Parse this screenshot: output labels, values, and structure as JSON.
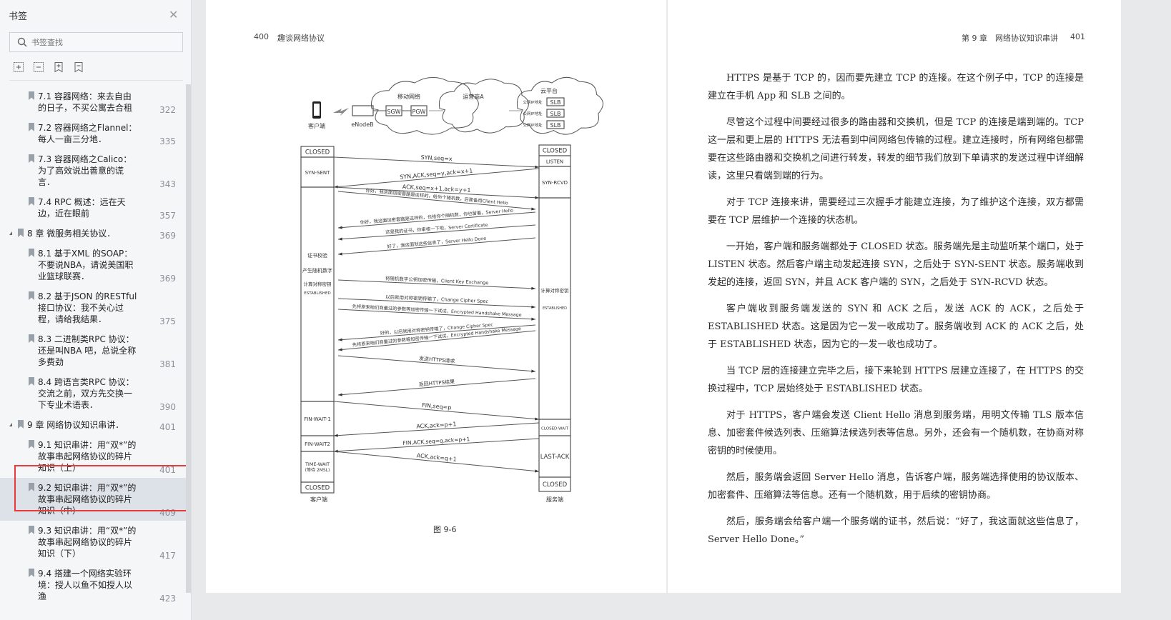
{
  "sidebar": {
    "title": "书签",
    "close_icon": "close-icon",
    "search_placeholder": "书签查找",
    "tools": [
      "expand-all-icon",
      "collapse-all-icon",
      "add-bookmark-icon",
      "remove-bookmark-icon"
    ],
    "items": [
      {
        "level": 2,
        "label": "7.1 容器网络：来去自由的日子，不买公寓去合租",
        "page": "322"
      },
      {
        "level": 2,
        "label": "7.2 容器网络之Flannel：每人一亩三分地．",
        "page": "335"
      },
      {
        "level": 2,
        "label": "7.3 容器网络之Calico：为了高效说出善意的谎言．",
        "page": "343"
      },
      {
        "level": 2,
        "label": "7.4 RPC 概述：远在天边，近在眼前",
        "page": "357"
      },
      {
        "level": 1,
        "label": "8 章 微服务相关协议．",
        "page": "369",
        "expanded": true
      },
      {
        "level": 2,
        "label": "8.1 基于XML 的SOAP：不要说NBA，请说美国职业篮球联赛．",
        "page": "369"
      },
      {
        "level": 2,
        "label": "8.2 基于JSON 的RESTful接口协议：我不关心过程，请给我结果．",
        "page": "375"
      },
      {
        "level": 2,
        "label": "8.3 二进制类RPC 协议：还是叫NBA 吧，总说全称多费劲",
        "page": "381"
      },
      {
        "level": 2,
        "label": "8.4 跨语言类RPC 协议：交流之前，双方先交换一下专业术语表．",
        "page": "390"
      },
      {
        "level": 1,
        "label": "9 章 网络协议知识串讲．",
        "page": "401",
        "expanded": true
      },
      {
        "level": 2,
        "label": "9.1 知识串讲：用“双*”的故事串起网络协议的碎片知识（上）",
        "page": "401"
      },
      {
        "level": 2,
        "label": "9.2 知识串讲：用“双*”的故事串起网络协议的碎片知识（中）",
        "page": "409",
        "selected": true
      },
      {
        "level": 2,
        "label": "9.3 知识串讲：用“双*”的故事串起网络协议的碎片知识（下）",
        "page": "417"
      },
      {
        "level": 2,
        "label": "9.4 搭建一个网络实验环境：授人以鱼不如授人以渔",
        "page": "423"
      }
    ]
  },
  "left_page": {
    "page_number": "400",
    "book_title": "趣谈网络协议",
    "figure_caption": "图 9-6",
    "diagram": {
      "client": "客户端",
      "enodeb": "eNodeB",
      "mobile_network": "移动网络",
      "sgw": "SGW",
      "pgw": "PGW",
      "carrier": "运营商A",
      "cloud": "云平台",
      "public_ip": "公网IP地址",
      "slb": "SLB",
      "client_states": [
        "CLOSED",
        "SYN-SENT",
        "FIN-WAIT-1",
        "FIN-WAIT2",
        "TIME-WAIT",
        "(等待 2MSL)",
        "CLOSED"
      ],
      "server_states": [
        "CLOSED",
        "LISTEN",
        "SYN-RCVD",
        "CLOSED-WAIT",
        "LAST-ACK",
        "CLOSED"
      ],
      "client_notes": [
        "证书校验",
        "产生随机数字",
        "计算对称密钥",
        "ESTABLISHED"
      ],
      "server_notes": [
        "计算对称密钥",
        "ESTABLISHED"
      ],
      "client_label": "客户端",
      "server_label": "服务端",
      "messages": [
        "SYN,seq=x",
        "SYN,ACK,seq=y,ack=x+1",
        "ACK,seq=x+1,ack=y+1",
        "你好，我这面加密套路是这样的，给你个随机数，后面备用Client Hello",
        "你好，我这面加密套路是这样的，也给你个随机数，你也留着，Server Hello",
        "这是我的证书，你审核一下吧，Server Certificate",
        "好了，我这面就这些信息了，Server Hello Done",
        "将随机数字公钥加密传输，Client Key Exchange",
        "以后就用对称密钥传输了，Change Cipher Spec",
        "先将原来咱们商量过的参数等加密传输一下试试，Encrypted Handshake Message",
        "好的，以后就用对称密钥传输了，Change Cipher Spec",
        "先将原来咱们商量过的参数等加密传输一下试试，Encrypted Handshake Message",
        "发送HTTPS请求",
        "返回HTTPS结果",
        "FIN,seq=p",
        "ACK,ack=p+1",
        "FIN,ACK,seq=q,ack=p+1",
        "ACK,ack=q+1"
      ]
    }
  },
  "right_page": {
    "chapter": "第 9 章",
    "chapter_title": "网络协议知识串讲",
    "page_number": "401",
    "paragraphs": [
      "HTTPS 是基于 TCP 的，因而要先建立 TCP 的连接。在这个例子中，TCP 的连接是建立在手机 App 和 SLB 之间的。",
      "尽管这个过程中间要经过很多的路由器和交换机，但是 TCP 的连接是端到端的。TCP 这一层和更上层的 HTTPS 无法看到中间网络包传输的过程。建立连接时，所有网络包都需要在这些路由器和交换机之间进行转发，转发的细节我们放到下单请求的发送过程中详细解读，这里只看端到端的行为。",
      "对于 TCP 连接来讲，需要经过三次握手才能建立连接，为了维护这个连接，双方都需要在 TCP 层维护一个连接的状态机。",
      "一开始，客户端和服务端都处于 CLOSED 状态。服务端先是主动监听某个端口，处于 LISTEN 状态。然后客户端主动发起连接 SYN，之后处于 SYN-SENT 状态。服务端收到发起的连接，返回 SYN，并且 ACK 客户端的 SYN，之后处于 SYN-RCVD 状态。",
      "客户端收到服务端发送的 SYN 和 ACK 之后，发送 ACK 的 ACK，之后处于 ESTABLISHED 状态。这是因为它一发一收成功了。服务端收到 ACK 的 ACK 之后，处于 ESTABLISHED 状态，因为它的一发一收也成功了。",
      "当 TCP 层的连接建立完毕之后，接下来轮到 HTTPS 层建立连接了，在 HTTPS 的交换过程中，TCP 层始终处于 ESTABLISHED 状态。",
      "对于 HTTPS，客户端会发送 Client Hello 消息到服务端，用明文传输 TLS 版本信息、加密套件候选列表、压缩算法候选列表等信息。另外，还会有一个随机数，在协商对称密钥的时候使用。",
      "然后，服务端会返回 Server Hello 消息，告诉客户端，服务端选择使用的协议版本、加密套件、压缩算法等信息。还有一个随机数，用于后续的密钥协商。",
      "然后，服务端会给客户端一个服务端的证书，然后说：“好了，我这面就这些信息了，Server Hello Done。”"
    ]
  },
  "colors": {
    "selection_border": "#e83a3a",
    "selection_bg": "#dde1e8",
    "sidebar_bg": "#f5f6f8"
  }
}
